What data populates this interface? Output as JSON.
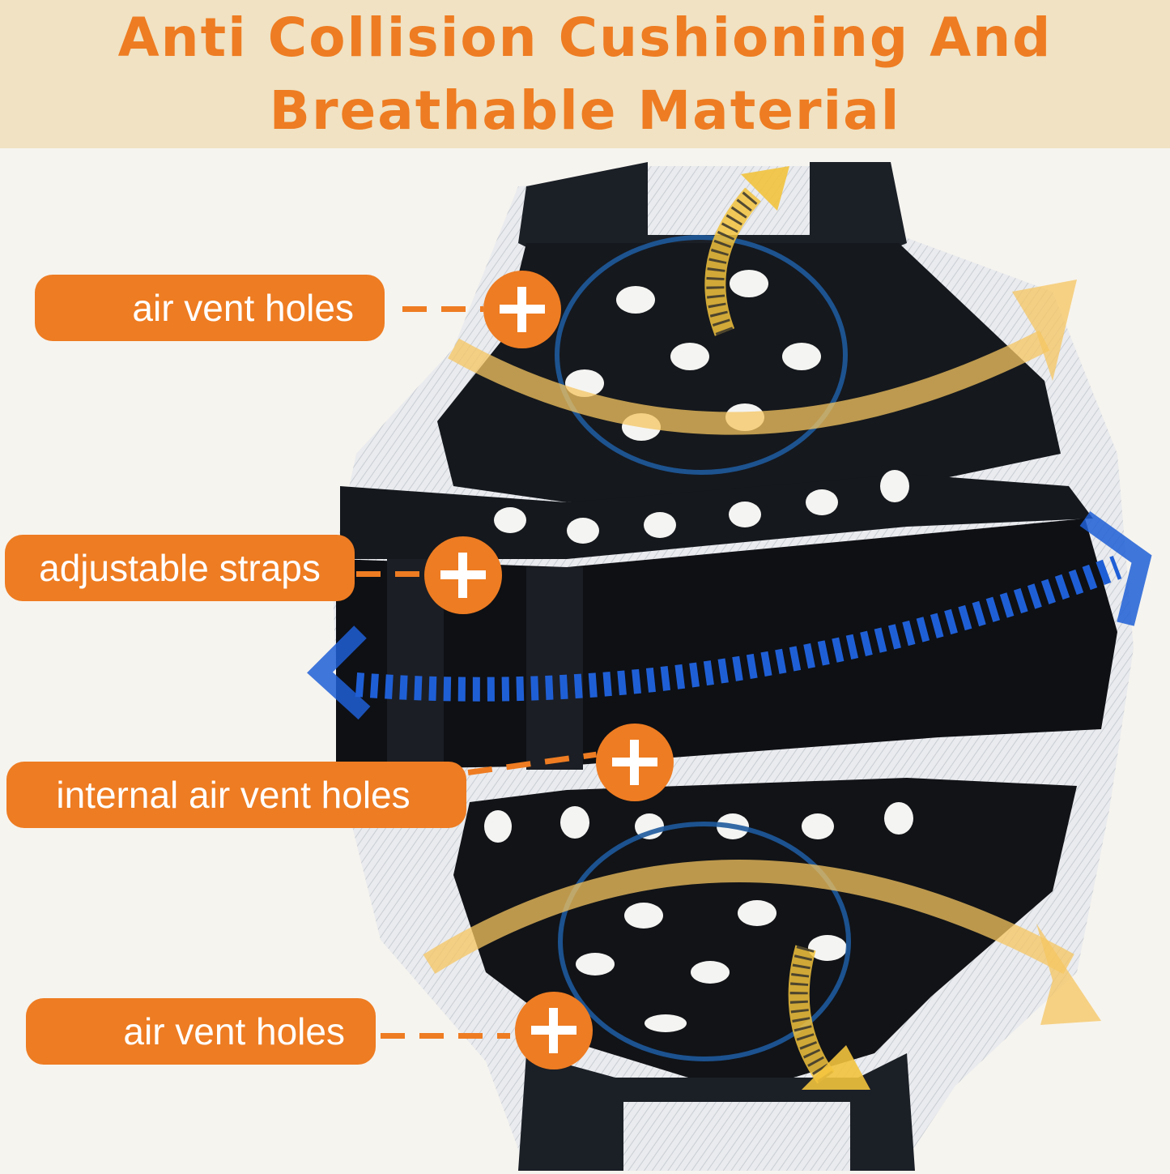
{
  "banner": {
    "title_line1": "Anti Collision Cushioning And",
    "title_line2": "Breathable Material",
    "background_color": "#f0e2c3",
    "text_color": "#ee7c22"
  },
  "product": {
    "description": "Black perforated protective pad with white herringbone trim, air flow arrows and callouts",
    "icons": [
      "airflow-arrow-icon",
      "blue-compression-arrow-icon",
      "plus-marker-icon"
    ]
  },
  "callouts": [
    {
      "label": "air vent holes",
      "marker": "plus-marker-icon"
    },
    {
      "label": "adjustable straps",
      "marker": "plus-marker-icon"
    },
    {
      "label": "internal air vent holes",
      "marker": "plus-marker-icon"
    },
    {
      "label": "air vent holes",
      "marker": "plus-marker-icon"
    }
  ],
  "colors": {
    "accent_orange": "#ee7c22",
    "page_background": "#f6f4ef",
    "airflow_yellow": "#f5c560",
    "compression_blue": "#1f5fd6",
    "circle_blue": "#1e5a9c"
  }
}
